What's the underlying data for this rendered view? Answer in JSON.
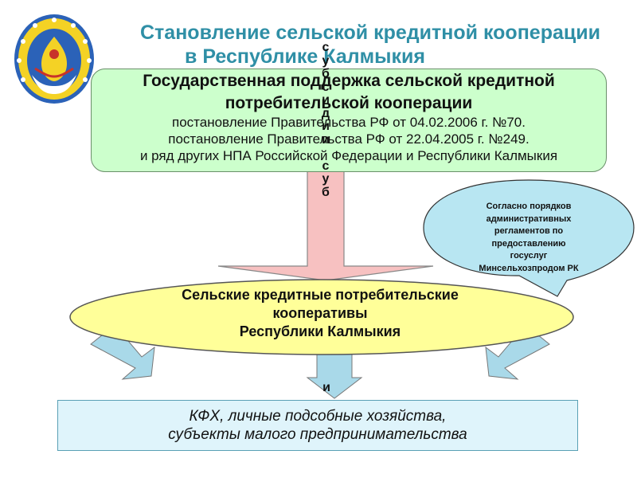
{
  "title": {
    "line1": "Становление  сельской кредитной кооперации",
    "line2": "в Республике Калмыкия"
  },
  "support_box": {
    "heading_line1": "Государственная поддержка сельской кредитной",
    "heading_line2": "потребительской кооперации",
    "lines": [
      "постановление Правительства РФ от 04.02.2006 г. №70.",
      "постановление Правительства РФ от 22.04.2005 г. №249.",
      "и ряд других НПА Российской Федерации и Республики Калмыкия"
    ]
  },
  "vertical_arrow_text": [
    "с",
    "у",
    "б",
    "с",
    "и",
    "д",
    "и",
    "и",
    "",
    "с",
    "у",
    "б"
  ],
  "bottom_arrow_letter": "и",
  "callout": {
    "lines": [
      "Согласно порядков",
      "административных",
      "регламентов по",
      "предоставлению",
      "госуслуг",
      "Минсельхозпродом РК"
    ]
  },
  "cooperatives": {
    "line1": "Сельские кредитные потребительские",
    "line2": "кооперативы",
    "line3": "Республики Калмыкия"
  },
  "beneficiaries": {
    "line1": "КФХ, личные подсобные хозяйства,",
    "line2": "субъекты малого предпринимательства"
  },
  "colors": {
    "title": "#2f8fa6",
    "support_fill": "#ccffcc",
    "arrow_fill": "#f7c1c1",
    "ellipse_fill": "#ffff99",
    "callout_fill": "#b8e6f2",
    "down_arrow_fill": "#a9d9e9",
    "bottom_fill": "#dff4fb"
  },
  "emblem": {
    "icon": "emblem-of-kalmykia-icon"
  }
}
